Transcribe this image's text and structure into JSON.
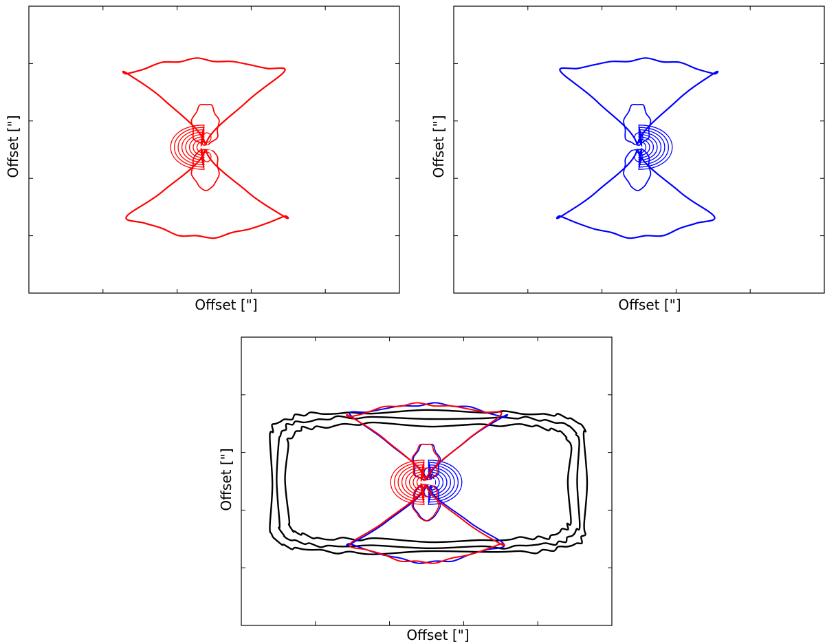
{
  "colors": {
    "red": "#ff0000",
    "blue": "#0000ff",
    "black": "#000000"
  },
  "panels": [
    {
      "xlabel": "Offset [\"]",
      "ylabel": "Offset [\"]"
    },
    {
      "xlabel": "Offset [\"]",
      "ylabel": "Offset [\"]"
    },
    {
      "xlabel": "Offset [\"]",
      "ylabel": "Offset [\"]"
    }
  ],
  "chart_data": [
    {
      "type": "contour",
      "title": "",
      "xlabel": "Offset [\"]",
      "ylabel": "Offset [\"]",
      "tick_labels_shown": false,
      "series": [
        {
          "color": "red",
          "shape": "hourglass-outer-contour",
          "levels": 1
        },
        {
          "color": "red",
          "shape": "inner-lobe-contours",
          "levels": 2
        },
        {
          "color": "red",
          "shape": "nested-contours-left-of-center",
          "levels": 8
        }
      ]
    },
    {
      "type": "contour",
      "title": "",
      "xlabel": "Offset [\"]",
      "ylabel": "Offset [\"]",
      "tick_labels_shown": false,
      "series": [
        {
          "color": "blue",
          "shape": "hourglass-outer-contour",
          "levels": 1
        },
        {
          "color": "blue",
          "shape": "inner-lobe-contours",
          "levels": 2
        },
        {
          "color": "blue",
          "shape": "nested-contours-right-of-center",
          "levels": 8
        }
      ]
    },
    {
      "type": "contour",
      "title": "",
      "xlabel": "Offset [\"]",
      "ylabel": "Offset [\"]",
      "tick_labels_shown": false,
      "series": [
        {
          "color": "black",
          "shape": "capsule-contours",
          "levels": 3
        },
        {
          "color": "blue",
          "shape": "hourglass-overlay",
          "levels": 11
        },
        {
          "color": "red",
          "shape": "hourglass-overlay",
          "levels": 11
        }
      ]
    }
  ]
}
